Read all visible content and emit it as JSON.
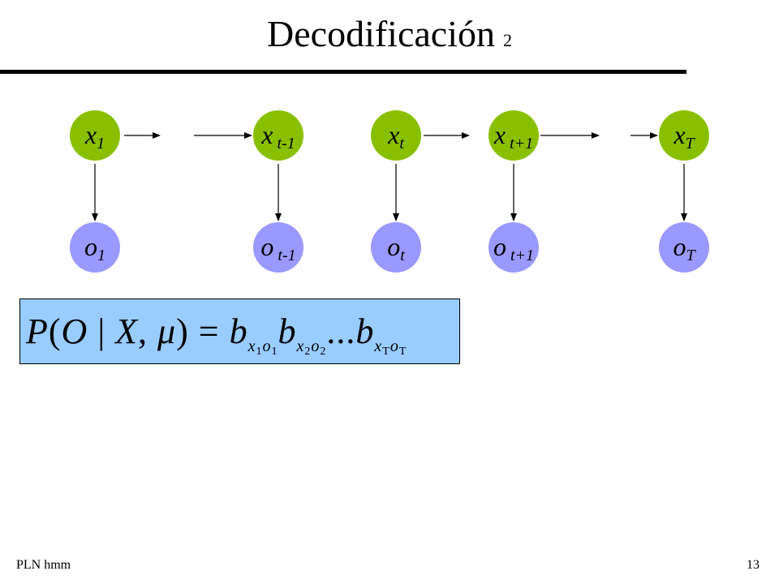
{
  "title": {
    "text": "Decodificación",
    "number": "2"
  },
  "nodes": {
    "x": [
      {
        "base": "x",
        "sub": "1"
      },
      {
        "base": "x",
        "sub": " t-1"
      },
      {
        "base": "x",
        "sub": "t"
      },
      {
        "base": "x",
        "sub": " t+1"
      },
      {
        "base": "x",
        "sub": "T"
      }
    ],
    "o": [
      {
        "base": "o",
        "sub": "1"
      },
      {
        "base": "o",
        "sub": " t-1"
      },
      {
        "base": "o",
        "sub": "t"
      },
      {
        "base": "o",
        "sub": " t+1"
      },
      {
        "base": "o",
        "sub": "T"
      }
    ],
    "colors": {
      "state": "#88c000",
      "observation": "#9999ff",
      "formula_bg": "#99ccff"
    }
  },
  "formula": {
    "lhs": "P(O | X, μ) = ",
    "terms": [
      {
        "b": "b",
        "x": "x",
        "xs": "1",
        "o": "o",
        "os": "1"
      },
      {
        "b": "b",
        "x": "x",
        "xs": "2",
        "o": "o",
        "os": "2"
      },
      {
        "ellipsis": "..."
      },
      {
        "b": "b",
        "x": "x",
        "xs": "T",
        "o": "o",
        "os": "T"
      }
    ]
  },
  "footer": {
    "left": "PLN  hmm",
    "right": "13"
  }
}
